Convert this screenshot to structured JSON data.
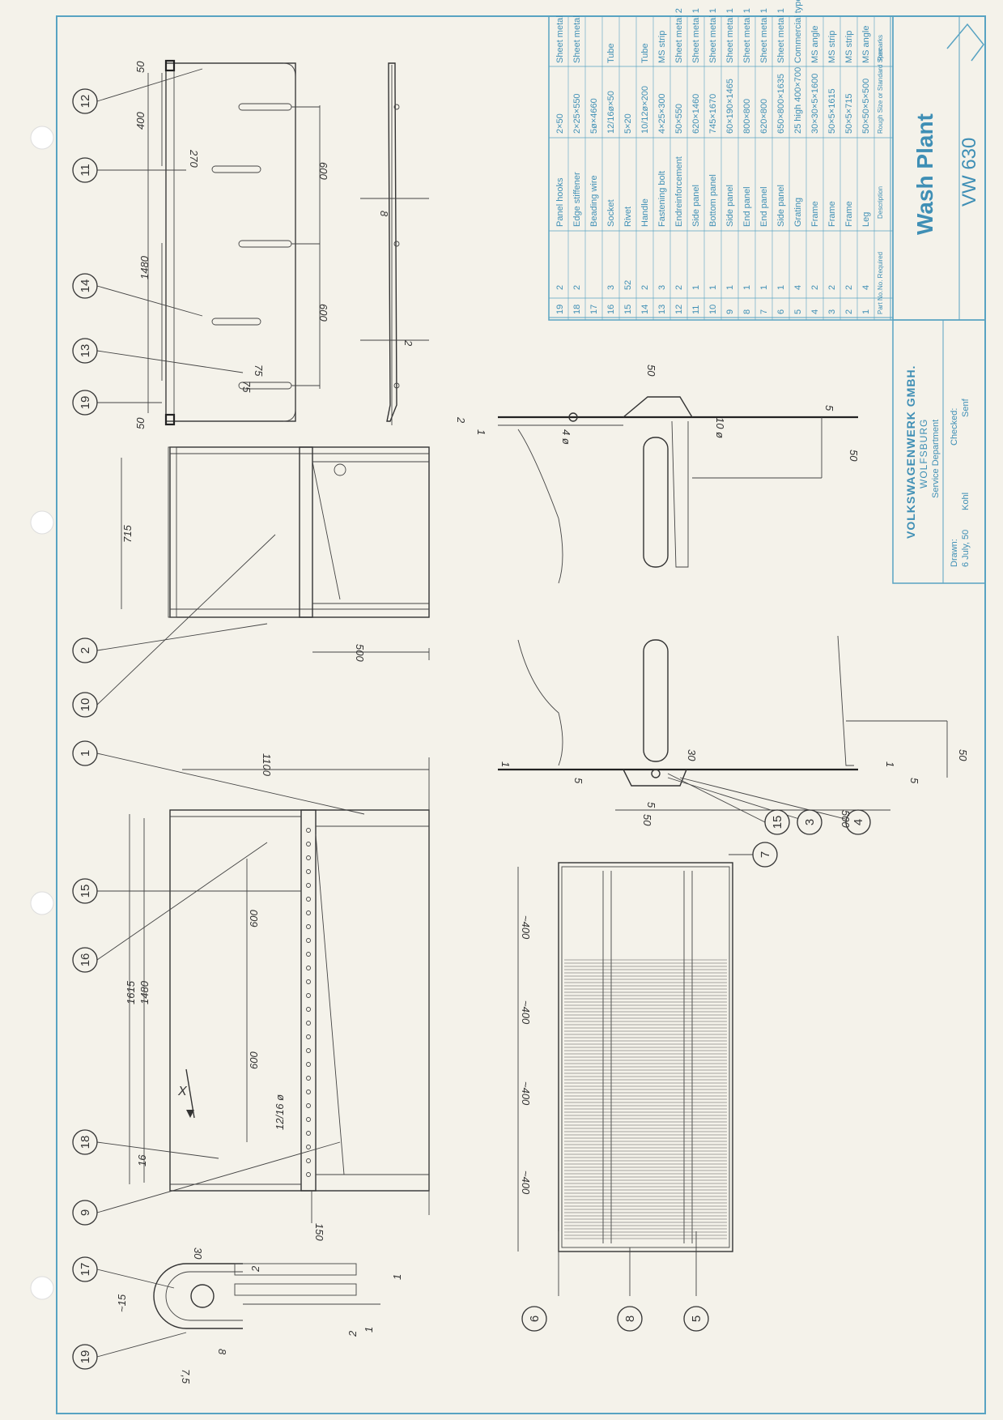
{
  "title_block": {
    "company": "VOLKSWAGENWERK GMBH.",
    "city": "WOLFSBURG",
    "department": "Service Department",
    "drawn_label": "Drawn:",
    "drawn_date": "6 July, 50",
    "drawn_by": "Kohl",
    "checked_label": "Checked:",
    "checked_by": "Senf",
    "title": "Wash Plant",
    "drawing_no": "VW 630"
  },
  "parts_header": {
    "part_no": "Part No.",
    "qty": "No. Required",
    "description": "Description",
    "size": "Rough Size or Standard Spec",
    "remarks": "Remarks"
  },
  "parts": [
    {
      "no": "19",
      "qty": "2",
      "desc": "Panel hooks",
      "size": "2×50",
      "rem": "Sheet metal"
    },
    {
      "no": "18",
      "qty": "2",
      "desc": "Edge stiffener",
      "size": "2×25×550",
      "rem": "Sheet metal"
    },
    {
      "no": "17",
      "qty": "",
      "desc": "Beading wire",
      "size": "5ø×4660",
      "rem": ""
    },
    {
      "no": "16",
      "qty": "3",
      "desc": "Socket",
      "size": "12/16ø×50",
      "rem": "Tube"
    },
    {
      "no": "15",
      "qty": "52",
      "desc": "Rivet",
      "size": "5×20",
      "rem": ""
    },
    {
      "no": "14",
      "qty": "2",
      "desc": "Handle",
      "size": "10/12ø×200",
      "rem": "Tube"
    },
    {
      "no": "13",
      "qty": "3",
      "desc": "Fastening bolt",
      "size": "4×25×300",
      "rem": "MS strip"
    },
    {
      "no": "12",
      "qty": "2",
      "desc": "Endreinforcement",
      "size": "50×550",
      "rem": "Sheet metal 2"
    },
    {
      "no": "11",
      "qty": "1",
      "desc": "Side panel",
      "size": "620×1460",
      "rem": "Sheet metal 1"
    },
    {
      "no": "10",
      "qty": "1",
      "desc": "Bottom panel",
      "size": "745×1670",
      "rem": "Sheet metal 1"
    },
    {
      "no": "9",
      "qty": "1",
      "desc": "Side panel",
      "size": "60×190×1465",
      "rem": "Sheet metal 1"
    },
    {
      "no": "8",
      "qty": "1",
      "desc": "End panel",
      "size": "800×800",
      "rem": "Sheet metal 1"
    },
    {
      "no": "7",
      "qty": "1",
      "desc": "End panel",
      "size": "620×800",
      "rem": "Sheet metal 1"
    },
    {
      "no": "6",
      "qty": "1",
      "desc": "Side panel",
      "size": "650×800×1635",
      "rem": "Sheet metal 1"
    },
    {
      "no": "5",
      "qty": "4",
      "desc": "Grating",
      "size": "25 high 400×700",
      "rem": "Commercial type"
    },
    {
      "no": "4",
      "qty": "2",
      "desc": "Frame",
      "size": "30×30×5×1600",
      "rem": "MS angle"
    },
    {
      "no": "3",
      "qty": "2",
      "desc": "Frame",
      "size": "50×5×1615",
      "rem": "MS strip"
    },
    {
      "no": "2",
      "qty": "2",
      "desc": "Frame",
      "size": "50×5×715",
      "rem": "MS strip"
    },
    {
      "no": "1",
      "qty": "4",
      "desc": "Leg",
      "size": "50×50×5×500",
      "rem": "MS angle"
    }
  ],
  "callouts": {
    "top_row": [
      "19",
      "17",
      "9",
      "18",
      "16",
      "15",
      "1",
      "10",
      "2",
      "19",
      "13",
      "14",
      "11",
      "12"
    ],
    "bottom_row": [
      "6",
      "8",
      "5",
      "7",
      "15",
      "3",
      "4"
    ]
  },
  "dimensions": {
    "d1615": "1615",
    "d1480": "1480",
    "d600a": "600",
    "d600b": "600",
    "d1100": "1100",
    "d150": "150",
    "d16": "16",
    "d12_16": "12/16 ø",
    "d715": "715",
    "d500a": "500",
    "d50a": "50",
    "d400": "400",
    "d270": "270",
    "d1480b": "1480",
    "d600c": "600",
    "d600d": "600",
    "d75a": "75",
    "d75b": "75",
    "d50b": "50",
    "d8": "8",
    "d2a": "2",
    "d30a": "30",
    "d15": "~15",
    "d7_5": "7,5",
    "d2b": "2",
    "d2c": "2",
    "d1a": "1",
    "d1b": "1",
    "d8b": "8",
    "d400a": "~400",
    "d400b": "~400",
    "d400c": "~400",
    "d400d": "~400",
    "d50c": "50",
    "d5a": "5",
    "d4": "4 ø",
    "d10": "10 ø",
    "d2d": "2",
    "d1c": "1",
    "d5b": "5",
    "d50d": "50",
    "d1d": "1",
    "d5c": "5",
    "d30b": "30",
    "d5d": "5",
    "d50e": "50",
    "d500b": "500",
    "d1e": "1",
    "d5e": "5",
    "d50f": "50",
    "x_label": "X"
  },
  "colors": {
    "border": "#58a3c2",
    "ink": "#2a2a2a",
    "table": "#3f8fb5"
  }
}
